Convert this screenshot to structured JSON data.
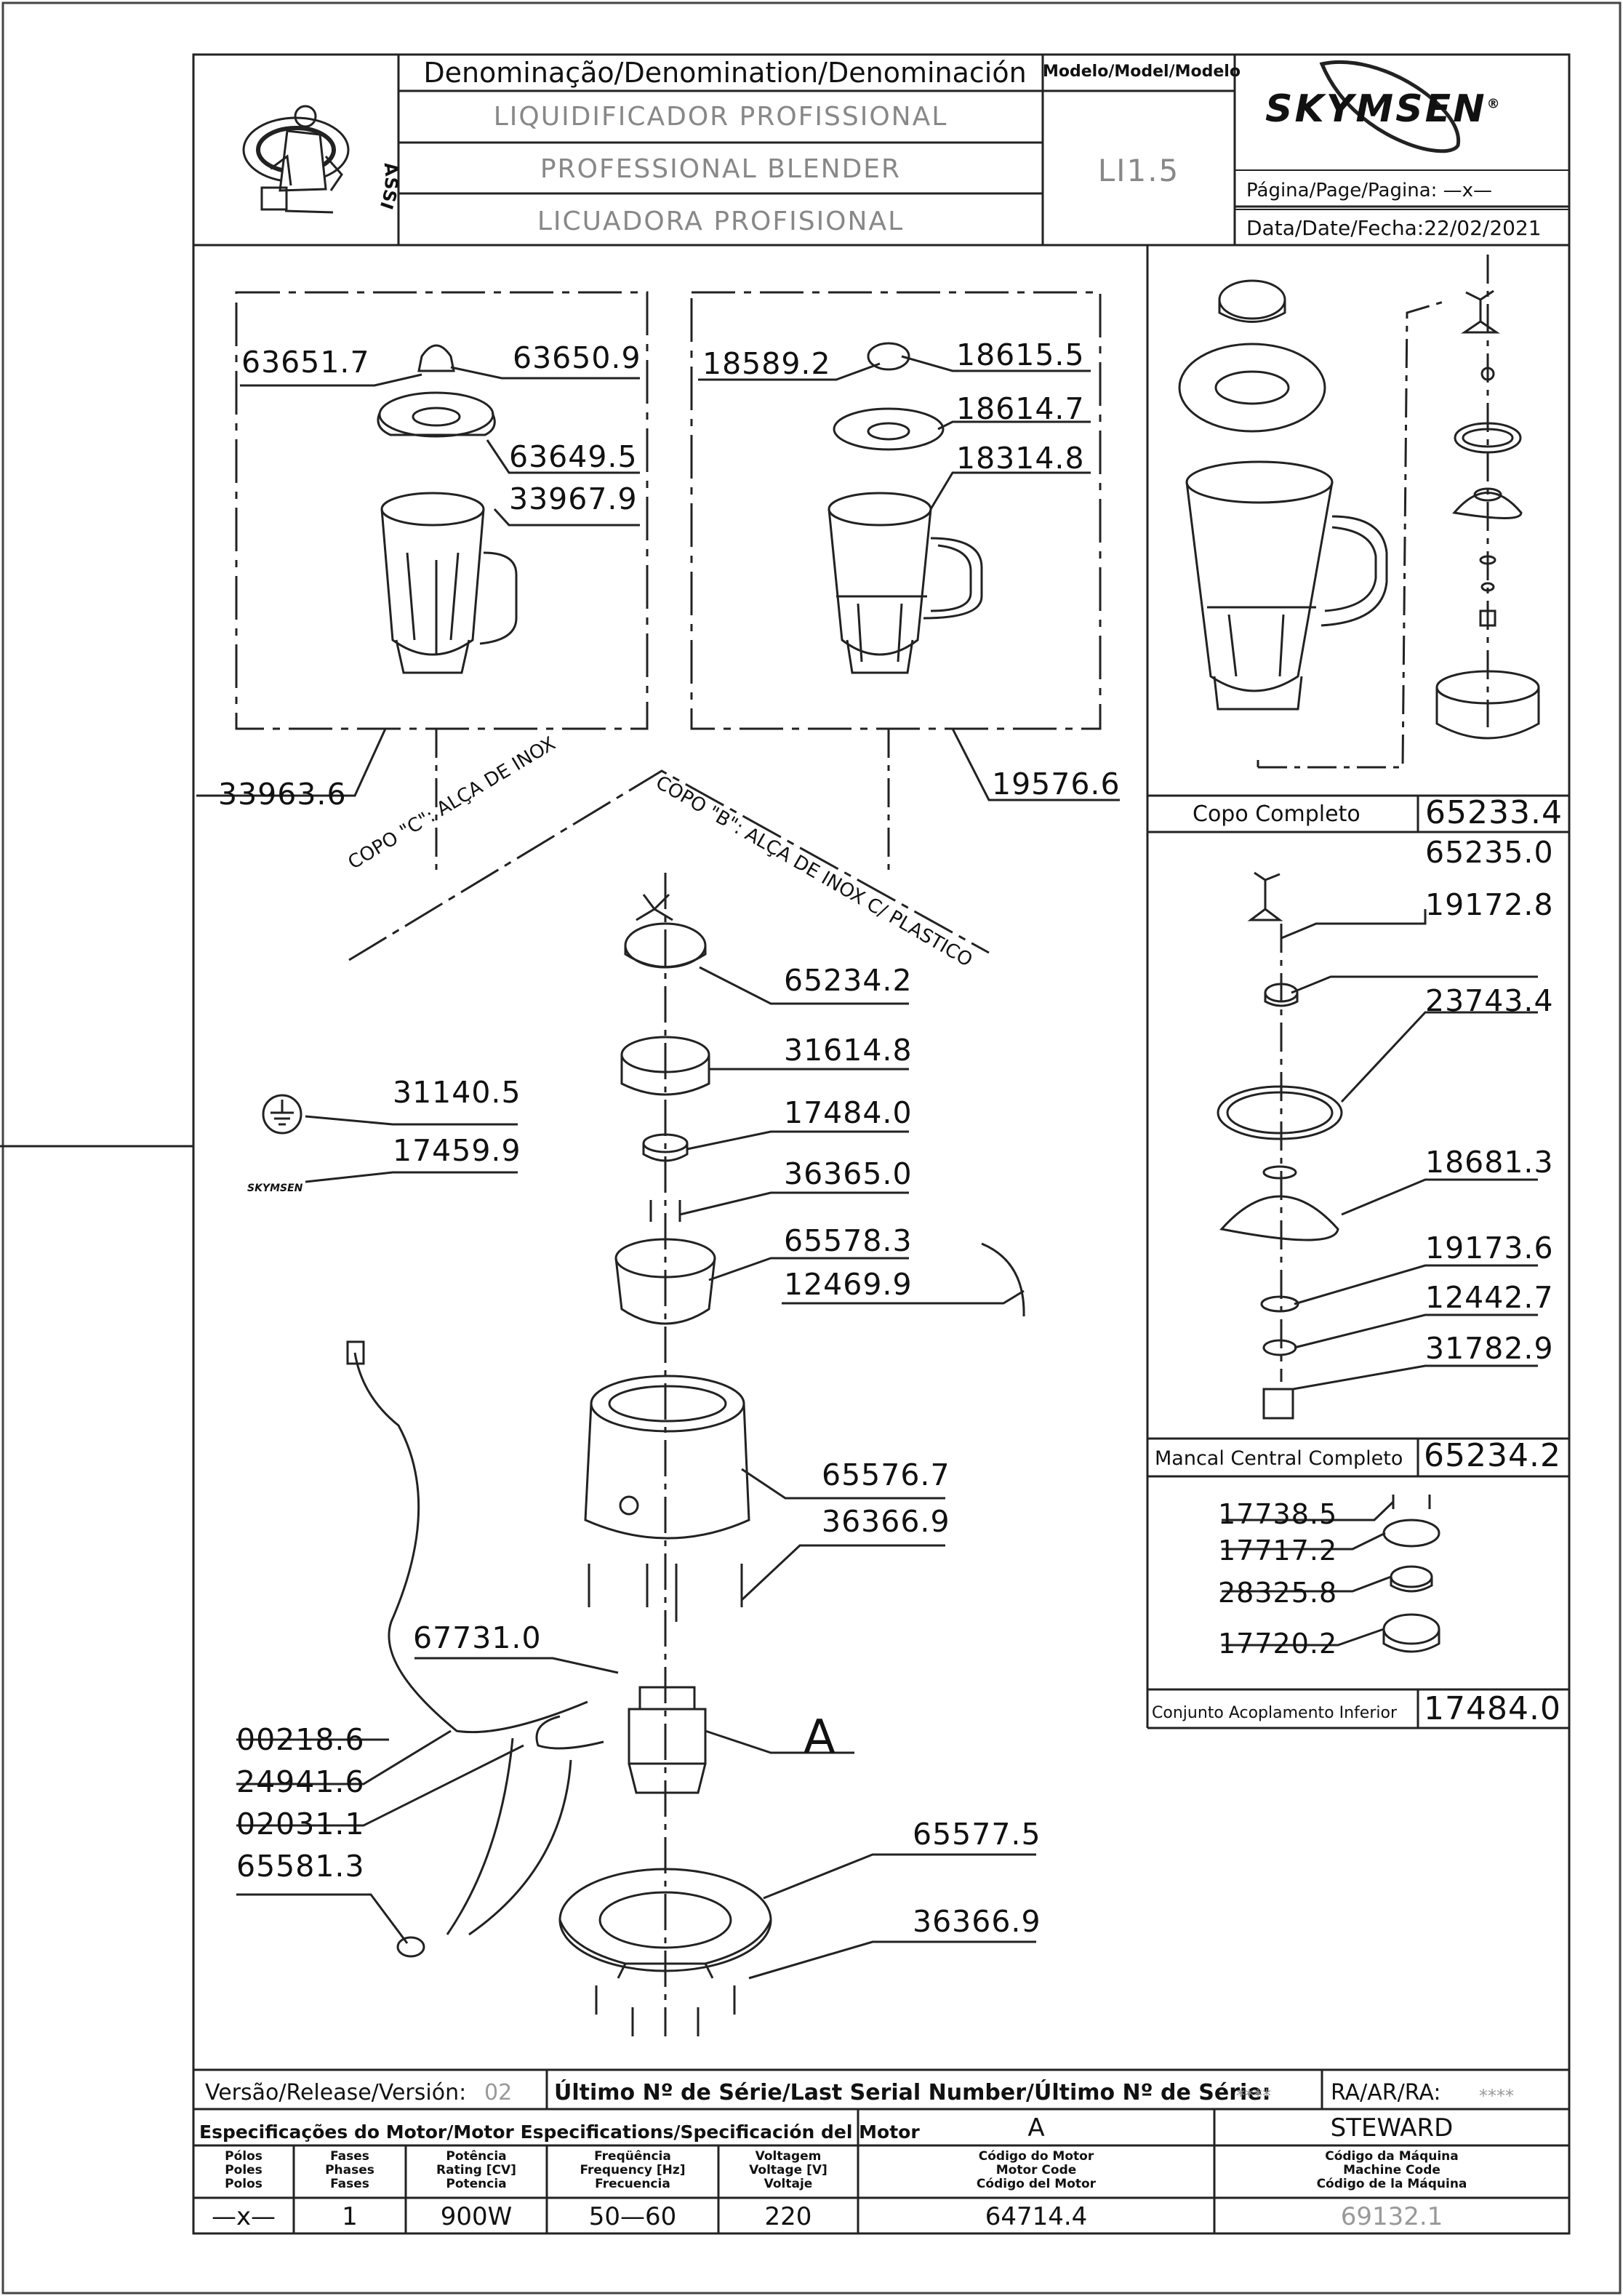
{
  "header": {
    "stamp_text": "ASSISTÊNCIA TÉCNICA AUTORIZADA",
    "denomination_title": "Denominação/Denomination/Denominación",
    "name_pt": "LIQUIDIFICADOR PROFISSIONAL",
    "name_en": "PROFESSIONAL BLENDER",
    "name_es": "LICUADORA PROFISIONAL",
    "model_title": "Modelo/Model/Modelo",
    "model_value": "LI1.5",
    "brand": "SKYMSEN",
    "brand_mark": "®",
    "page_label": "Página/Page/Pagina:",
    "page_value": "—x—",
    "date_label": "Data/Date/Fecha:",
    "date_value": "22/02/2021"
  },
  "diagram": {
    "cup_c_parts": [
      "63651.7",
      "63650.9",
      "63649.5",
      "33967.9",
      "33963.6"
    ],
    "cup_b_parts": [
      "18589.2",
      "18615.5",
      "18614.7",
      "18314.8",
      "19576.6"
    ],
    "cup_c_label": "COPO \"C\": ALÇA DE  INOX",
    "cup_b_label": "COPO \"B\": ALÇA DE INOX C/ PLASTICO",
    "center_parts": [
      "65234.2",
      "31614.8",
      "17484.0",
      "36365.0",
      "65578.3",
      "12469.9",
      "65576.7",
      "36366.9",
      "67731.0",
      "65577.5",
      "36366.9"
    ],
    "left_parts": [
      "31140.5",
      "17459.9",
      "00218.6",
      "24941.6",
      "02031.1",
      "65581.3"
    ],
    "motor_label": "A",
    "ground_icon_name": "ground-symbol-icon",
    "badge_text": "SKYMSEN"
  },
  "right_panel": {
    "complete_cup_label": "Copo  Completo",
    "complete_cup_code": "65233.4",
    "bearing_parts": [
      "65235.0",
      "19172.8",
      "23743.4",
      "18681.3",
      "19173.6",
      "12442.7",
      "31782.9"
    ],
    "bearing_label": "Mancal  Central  Completo",
    "bearing_code": "65234.2",
    "coupling_parts": [
      "17738.5",
      "17717.2",
      "28325.8",
      "17720.2"
    ],
    "coupling_label": "Conjunto  Acoplamento  Inferior",
    "coupling_code": "17484.0"
  },
  "footer": {
    "version_label": "Versão/Release/Versión:",
    "version_value": "02",
    "serial_label": "Último Nº de Série/Last Serial Number/Último Nº de Série:",
    "serial_value": "****",
    "ra_label": "RA/AR/RA:",
    "ra_value": "****",
    "motor_spec_title": "Especificações do Motor/Motor Especifications/Specificación del Motor",
    "motor_code_letter": "A",
    "manufacturer": "STEWARD",
    "col_poles": "Pólos\nPoles\nPolos",
    "col_phases": "Fases\nPhases\nFases",
    "col_power": "Potência\nRating [CV]\nPotencia",
    "col_freq": "Freqüência\nFrequency [Hz]\nFrecuencia",
    "col_voltage": "Voltagem\nVoltage [V]\nVoltaje",
    "col_motor_code": "Código do Motor\nMotor Code\nCódigo del Motor",
    "col_machine_code": "Código da Máquina\nMachine Code\nCódigo de la Máquina",
    "val_poles": "—x—",
    "val_phases": "1",
    "val_power": "900W",
    "val_freq": "50—60",
    "val_voltage": "220",
    "val_motor_code": "64714.4",
    "val_machine_code": "69132.1"
  }
}
